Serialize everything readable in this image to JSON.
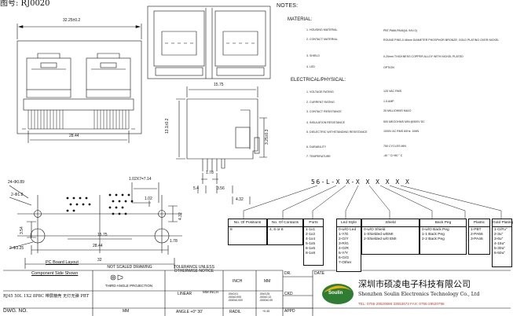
{
  "header": {
    "model_label": "图号: RJ0020"
  },
  "notes": {
    "title": "NOTES:",
    "material_heading": "MATERIAL:",
    "material": [
      {
        "label": "1. HOUSING MATERIAL",
        "value": "PBT,PA66,PA46(UL 94V-0)"
      },
      {
        "label": "2. CONTACT MATERIAL",
        "value": "ROUND PINS-0.46mm DIAMETER PHOSPHOR BRONZE; GOLD PLATING OVER NICKEL"
      },
      {
        "label": "3. SHIELD",
        "value": "0.20mm THICKNESS COPPER ALLOY WITH NICKEL PLATED"
      },
      {
        "label": "4. LED",
        "value": "OPTION"
      }
    ],
    "electrical_heading": "ELECTRICAL/PHYSICAL:",
    "electrical": [
      {
        "label": "1. VOLTAGE RATING",
        "value": "125 VAC RMS"
      },
      {
        "label": "2. CURRENT RATING",
        "value": "1.5 AMP"
      },
      {
        "label": "3. CONTACT RESISTANCE",
        "value": "30 MILLIOHMS MAX2"
      },
      {
        "label": "4. INSULATION RESISTANCE",
        "value": "500 MEGOHMS MIN @500V DC"
      },
      {
        "label": "5. DIELECTRIC WITHSTANDING RESISTANCE",
        "value": "1000V AC RMS 60Hz. 1MIN"
      },
      {
        "label": "6. DURABILITY",
        "value": "750 CYCLES MIN"
      },
      {
        "label": "7. TEMPERATURE",
        "value": "-40 ° C/+80 ° C"
      }
    ]
  },
  "part_code": "56-L-X X-X X X X X X",
  "code_boxes": [
    {
      "title": "No. Of Positions",
      "options": [
        "8"
      ]
    },
    {
      "title": "No. Of Contacts",
      "options": [
        "4, 6 or 8"
      ]
    },
    {
      "title": "Ports",
      "options": [
        "1-1x1",
        "2-1x2",
        "4-1x4",
        "5-1x5",
        "6-1x6",
        "8-1x8"
      ]
    },
    {
      "title": "Led Style",
      "options": [
        "0-w/O Led",
        "1-Y/G",
        "2-G/Y",
        "3-R/G",
        "4-G/R",
        "5-Y/Y",
        "6-G/G",
        "7-Other"
      ]
    },
    {
      "title": "Shield",
      "options": [
        "0-w/O Shield",
        "1-Shielded w/EMI",
        "2-Shielded w/0 EMI"
      ]
    },
    {
      "title": "Back Peg",
      "options": [
        "0-w/O Back Peg",
        "1-1 Back Peg",
        "2-2 Back Peg"
      ]
    },
    {
      "title": "Plastic",
      "options": [
        "1-PBT",
        "2-PA66",
        "3-PA46"
      ]
    },
    {
      "title": "Gold Plating",
      "options": [
        "1-G/Fu\"",
        "2-3u\"",
        "3-6u\"",
        "4-15u\"",
        "5-30u\"",
        "6-50u\""
      ]
    }
  ],
  "dimensions": {
    "front_width": "32.25±0.2",
    "front_inner": "28.44",
    "side_top": "15.75",
    "side_height": "13.1±0.2",
    "side_pin": "3.25±0.3",
    "side_a": "1.78",
    "side_b": "5.4",
    "side_c": "3.56",
    "side_d": "4.32",
    "pcb_hole_big": "2-Φ3.25",
    "pcb_hole_small": "2-Φ1.8",
    "pcb_pin": "24-Φ0.89",
    "pcb_pitch": "1.02X7=7.14",
    "pcb_1": "1.02",
    "pcb_2": "4.32",
    "pcb_3": "1.78",
    "pcb_4": "3.54",
    "pcb_5": "15.75",
    "pcb_6": "28.44",
    "pcb_7": "32"
  },
  "pcb_title": "PC Board Layout",
  "component_side": "Component Side Shown",
  "title_block": {
    "not_scaled": "NOT SCALED DRAWING",
    "projection": "THIRD ANGLE PROJECTION",
    "tolerance": "TOLERANCE UNLESS OTHERWISE NOTICE",
    "linear": "LINEAR",
    "mm_inch": "MM INCH",
    "inch": "INCH",
    "mm": "MM",
    "inch_tol": ".00±0.01\n.000±0.005\n.0000±0.000",
    "mm_tol": ".00±0.25\n.000±0.13\n.0000±0.05",
    "dr": "DR.",
    "date": "DATE",
    "ckd": "CKD",
    "appd": "APPD",
    "angle": "ANGLE +0° 30'",
    "radil": "RADIL",
    "radil_tol": "+0.45",
    "mm_label": "MM",
    "dwg": "DWG. NO.",
    "description": "RJ45 50L 1X2 8P8C 带屏蔽壳 无灯无弹 PBT"
  },
  "company": {
    "logo": "Soulin",
    "name_cn": "深圳市硕凌电子科技有限公司",
    "name_en": "Shenzhen Soulin Electronics Technology Co., Ltd",
    "contact": "TEL: 0755-29520696  33553672   FAX: 0755-29520798"
  }
}
